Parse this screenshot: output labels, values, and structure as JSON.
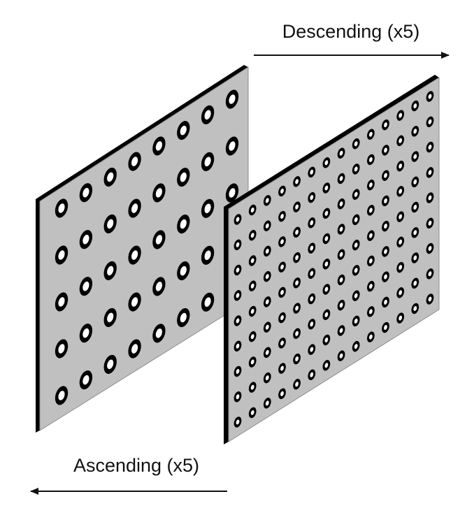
{
  "labels": {
    "top": "Descending (x5)",
    "bottom": "Ascending (x5)"
  },
  "arrows": {
    "top": {
      "direction": "right"
    },
    "bottom": {
      "direction": "left"
    }
  },
  "panels": {
    "left": {
      "columns": 8,
      "rows": 5
    },
    "right": {
      "columns": 14,
      "rows": 9
    }
  },
  "colors": {
    "panel_face": "#c0c0c0",
    "panel_edge": "#000000",
    "hole_ring": "#000000",
    "hole_center": "#ffffff",
    "text": "#111111"
  }
}
